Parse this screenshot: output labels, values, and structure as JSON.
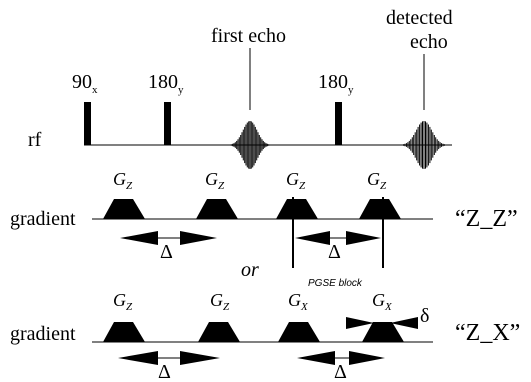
{
  "rf": {
    "row_label": "rf",
    "pulse_90": {
      "main": "90",
      "sub": "x"
    },
    "pulse_180a": {
      "main": "180",
      "sub": "y"
    },
    "pulse_180b": {
      "main": "180",
      "sub": "y"
    },
    "first_echo": "first echo",
    "detected_echo_1": "detected",
    "detected_echo_2": "echo"
  },
  "row1": {
    "row_label": "gradient",
    "g_main": "G",
    "g_subs": [
      "Z",
      "Z",
      "Z",
      "Z"
    ],
    "delta": "Δ",
    "delta2": "Δ",
    "pgse": "PGSE block",
    "quote": "“Z_Z”"
  },
  "or": "or",
  "row2": {
    "row_label": "gradient",
    "g_main": "G",
    "g_subs": [
      "Z",
      "Z",
      "X",
      "X"
    ],
    "delta": "Δ",
    "delta2": "Δ",
    "small_delta": "δ",
    "quote": "“Z_X”"
  }
}
